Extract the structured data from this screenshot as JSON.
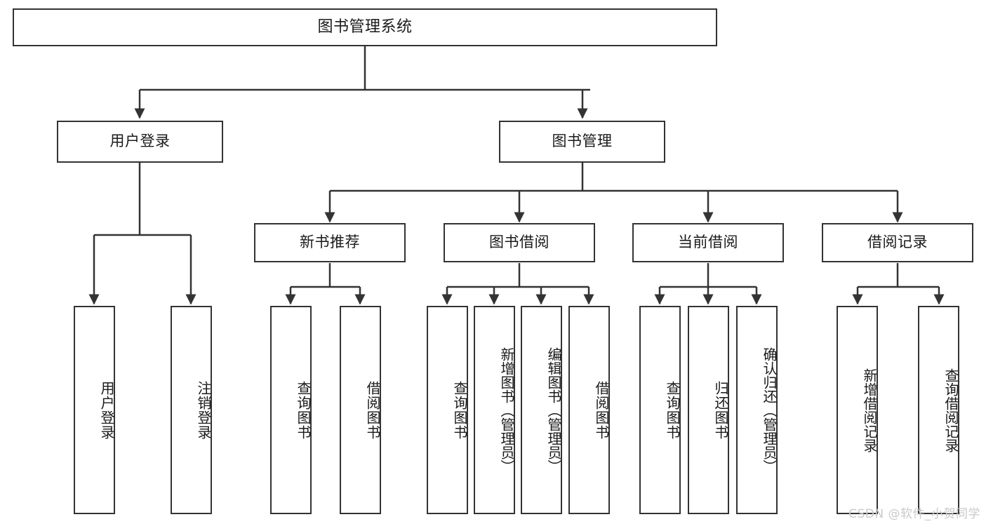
{
  "diagram": {
    "type": "hierarchy-tree",
    "title": "图书管理系统",
    "background_color": "#ffffff",
    "box_border_color": "#333333",
    "edge_color": "#333333",
    "text_color": "#1a1a1a"
  },
  "watermark": {
    "text": "CSDN @软件_小贺同学",
    "color": "#c9c9c9"
  },
  "nodes": {
    "root": {
      "label": "图书管理系统"
    },
    "level2": [
      {
        "label": "用户登录"
      },
      {
        "label": "图书管理"
      }
    ],
    "level3": [
      {
        "label": "新书推荐"
      },
      {
        "label": "图书借阅"
      },
      {
        "label": "当前借阅"
      },
      {
        "label": "借阅记录"
      }
    ],
    "leaves": {
      "user_login": [
        {
          "label": "用户登录"
        },
        {
          "label": "注销登录"
        }
      ],
      "new_book": [
        {
          "label": "查询图书"
        },
        {
          "label": "借阅图书"
        }
      ],
      "book_borrow": [
        {
          "label": "查询图书"
        },
        {
          "label": "新增图书（管理员）"
        },
        {
          "label": "编辑图书（管理员）"
        },
        {
          "label": "借阅图书"
        }
      ],
      "current_borrow": [
        {
          "label": "查询图书"
        },
        {
          "label": "归还图书"
        },
        {
          "label": "确认归还（管理员）"
        }
      ],
      "borrow_record": [
        {
          "label": "新增借阅记录"
        },
        {
          "label": "查询借阅记录"
        }
      ]
    }
  }
}
